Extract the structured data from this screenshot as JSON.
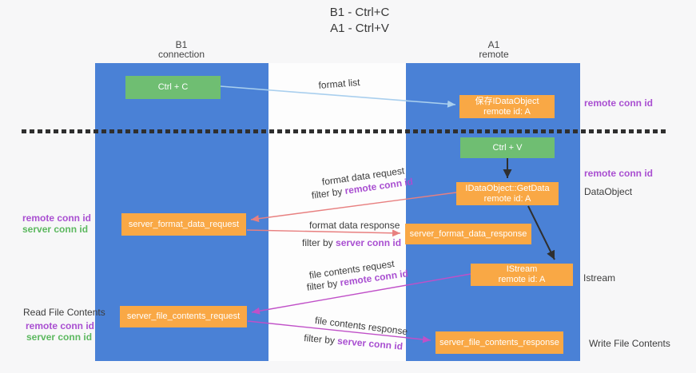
{
  "title": {
    "line1": "B1 - Ctrl+C",
    "line2": "A1 - Ctrl+V"
  },
  "lanes": {
    "left": {
      "title": "B1",
      "subtitle": "connection"
    },
    "right": {
      "title": "A1",
      "subtitle": "remote"
    }
  },
  "nodes": {
    "ctrl_c": {
      "label": "Ctrl + C"
    },
    "ctrl_v": {
      "label": "Ctrl + V"
    },
    "save_idataobject": {
      "line1": "保存IDataObject",
      "line2": "remote id: A"
    },
    "getdata": {
      "line1": "IDataObject::GetData",
      "line2": "remote id: A"
    },
    "istream": {
      "line1": "IStream",
      "line2": "remote id: A"
    },
    "server_format_data_request": {
      "label": "server_format_data_request"
    },
    "server_format_data_response": {
      "label": "server_format_data_response"
    },
    "server_file_contents_request": {
      "label": "server_file_contents_request"
    },
    "server_file_contents_response": {
      "label": "server_file_contents_response"
    }
  },
  "edge_labels": {
    "format_list": "format list",
    "format_data_request": "format data request",
    "format_data_request_filter": "filter by ",
    "format_data_request_filter_key": "remote conn id",
    "format_data_response": "format data response",
    "format_data_response_filter": "filter by ",
    "format_data_response_filter_key": "server conn id",
    "file_contents_request": "file contents request",
    "file_contents_request_filter": "filter by ",
    "file_contents_request_filter_key": "remote conn id",
    "file_contents_response": "file contents response",
    "file_contents_response_filter": "filter by ",
    "file_contents_response_filter_key": "server conn id"
  },
  "annotations": {
    "remote_conn_id_top_right": "remote conn id",
    "remote_conn_id_mid_right": "remote conn id",
    "dataobject": "DataObject",
    "istream": "Istream",
    "write_file_contents": "Write File Contents",
    "remote_conn_id_left": "remote conn id",
    "server_conn_id_left": "server conn id",
    "read_file_contents": "Read File Contents",
    "remote_conn_id_read": "remote conn id",
    "server_conn_id_read": "server conn id"
  },
  "colors": {
    "lane_blue": "#4a81d6",
    "node_orange": "#f9a845",
    "node_green": "#6fbe72",
    "arrow_light_blue": "#a9cfee",
    "arrow_salmon": "#e88080",
    "arrow_magenta": "#c050c8",
    "arrow_black": "#2f2f2f",
    "text_purple": "#a94fd1",
    "text_green": "#5cb85f",
    "background": "#f7f7f8"
  }
}
